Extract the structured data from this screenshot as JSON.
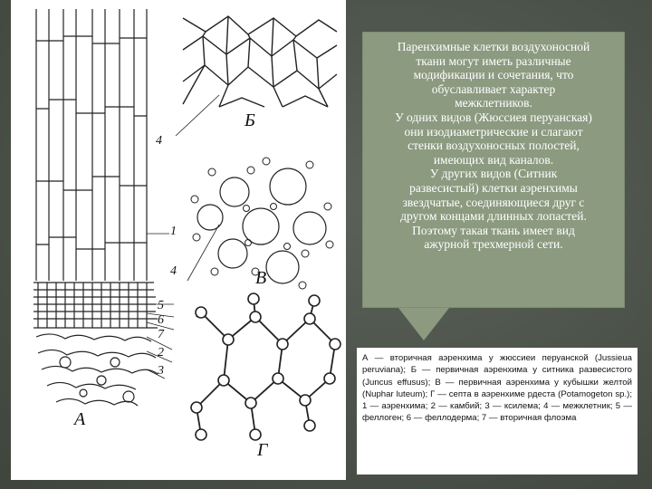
{
  "figure": {
    "panel_letters": {
      "a": "А",
      "b": "Б",
      "v": "В",
      "g": "Г"
    },
    "labels": [
      "4",
      "1",
      "5",
      "6",
      "7",
      "2",
      "3"
    ],
    "label_4b": "4",
    "label_4v": "4"
  },
  "callout": {
    "text": "Паренхимные клетки воздухоносной\nткани могут иметь различные\nмодификации и сочетания, что\nобуславливает характер\nмежклетников.\nУ одних видов (Жюссиея перуанская)\nони изодиаметрические и слагают\nстенки воздухоносных полостей,\nимеющих вид каналов.\nУ других видов (Ситник\nразвесистый) клетки аэренхимы\nзвездчатые, соединяющиеся друг с\nдругом концами длинных лопастей.\nПоэтому такая ткань имеет вид\nажурной трехмерной сети."
  },
  "caption": {
    "text": "А — вторичная аэренхима у жюссиеи перуанской (Jussieua peruviana); Б — первичная аэренхима у ситника развесистого (Juncus effusus); В — первичная аэренхима у кубышки желтой (Nuphar luteum); Г — септа в аэренхиме рдеста (Potamogeton sp.); 1 — аэренхима; 2 — камбий; 3 — ксилема; 4 — межклетник; 5 — феллоген; 6 — феллодерма; 7 — вторичная флоэма"
  }
}
